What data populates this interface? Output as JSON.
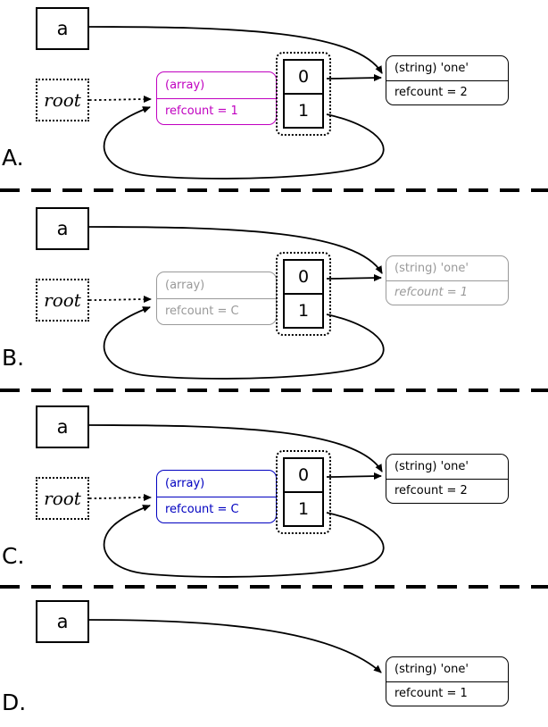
{
  "panels": [
    {
      "label": "A.",
      "var": "a",
      "root": "root",
      "array": {
        "line1": "(array)",
        "line2": "refcount = 1"
      },
      "cells": [
        "0",
        "1"
      ],
      "string": {
        "line1": "(string) 'one'",
        "line2": "refcount = 2"
      }
    },
    {
      "label": "B.",
      "var": "a",
      "root": "root",
      "array": {
        "line1": "(array)",
        "line2": "refcount = C"
      },
      "cells": [
        "0",
        "1"
      ],
      "string": {
        "line1": "(string) 'one'",
        "line2": "refcount = 1"
      }
    },
    {
      "label": "C.",
      "var": "a",
      "root": "root",
      "array": {
        "line1": "(array)",
        "line2": "refcount = C"
      },
      "cells": [
        "0",
        "1"
      ],
      "string": {
        "line1": "(string) 'one'",
        "line2": "refcount = 2"
      }
    },
    {
      "label": "D.",
      "var": "a",
      "string": {
        "line1": "(string) 'one'",
        "line2": "refcount = 1"
      }
    }
  ],
  "colors": {
    "array_panel_a": "#c000c0",
    "array_panel_b": "#999999",
    "array_panel_c": "#0000c0",
    "string_gray_panel_b": "#999999",
    "line_black": "#000000"
  }
}
